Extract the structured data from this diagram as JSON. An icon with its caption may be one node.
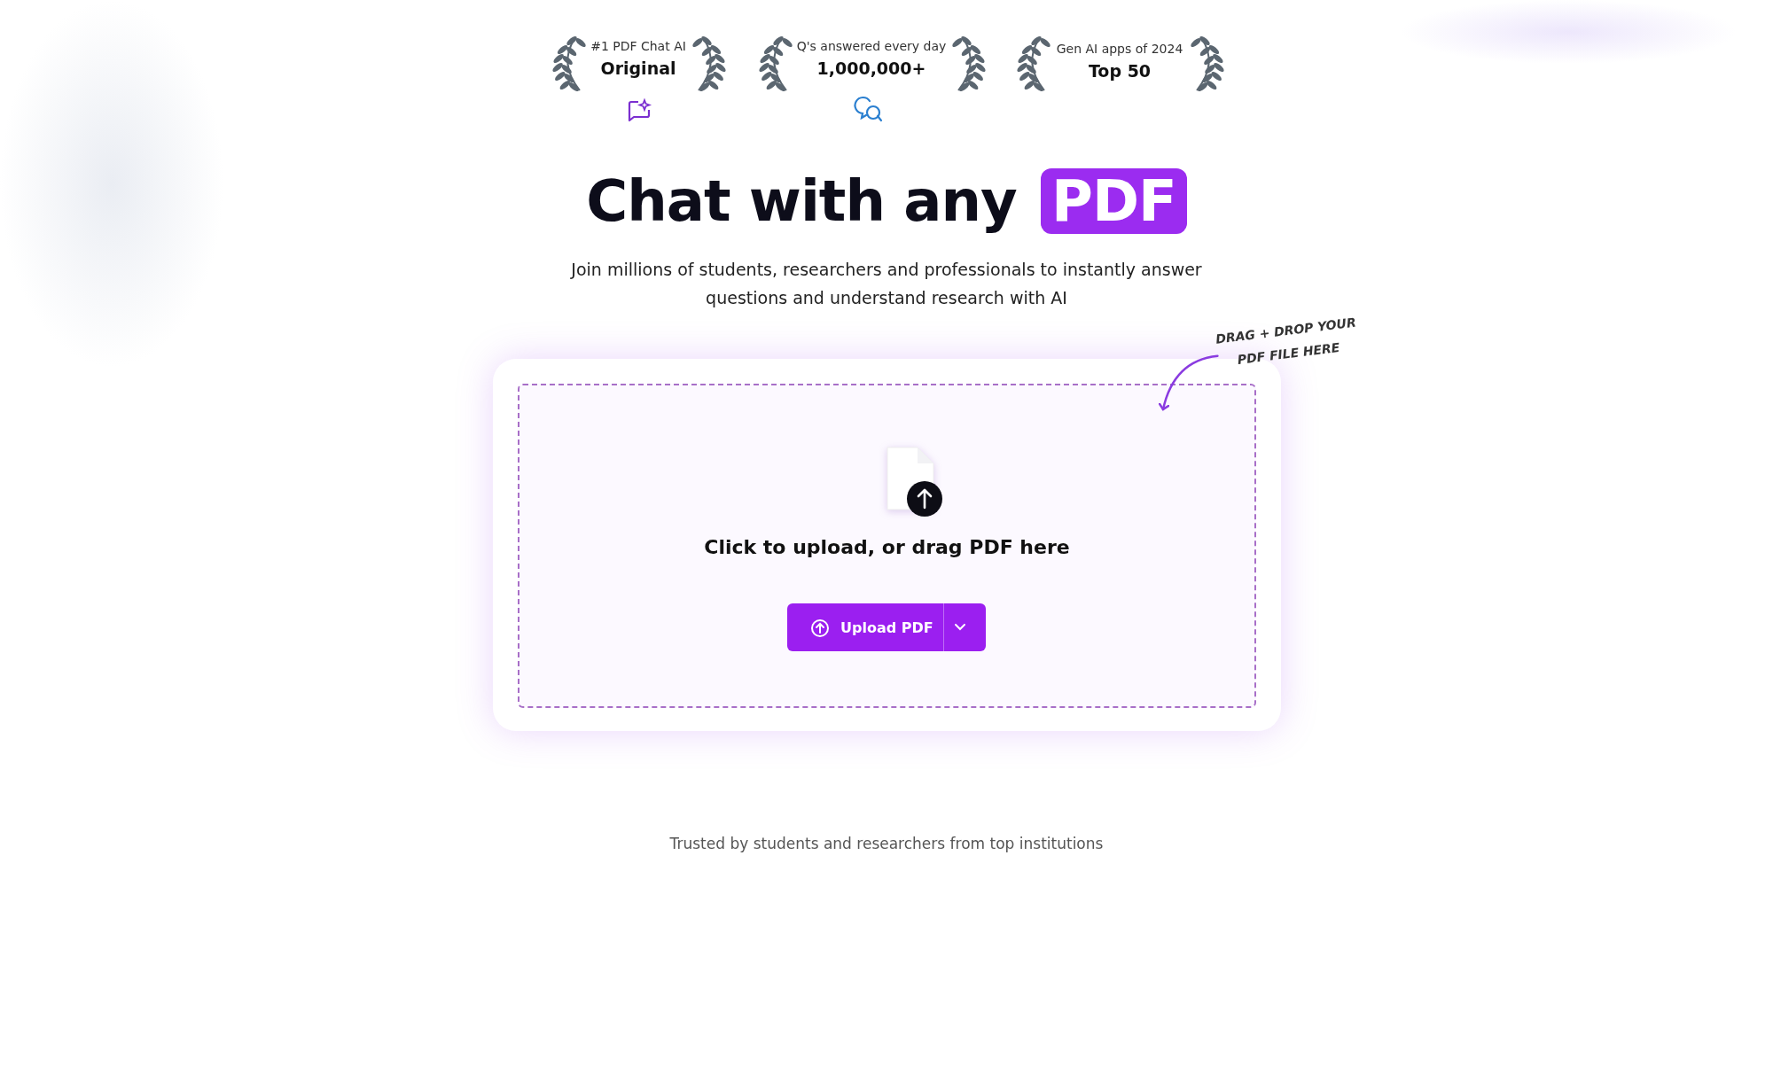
{
  "diagram": {
    "title": "Chat with any PDF",
    "nodes": [
      {
        "text": [],
        "shape": "box"
      },
      {
        "text": [
          "Click to upload, or drag PDF here"
        ],
        "in": 0
      },
      {
        "text": [
          "Upload PDF"
        ],
        "in": 1
      },
      {
        "text": [
          "DRAG + DROP YOUR PDF FILE HERE"
        ]
      }
    ],
    "edges": [
      {
        "from": 3,
        "to": 1,
        "arrow": "to"
      }
    ],
    "labels": [
      "#1 PDF Chat AI",
      "Original",
      "Q's answered every day",
      "1,000,000+",
      "Gen AI apps of 2024",
      "Top 50",
      "Join millions of students, researchers and professionals to instantly answer questions and understand research with AI",
      "Trusted by students and researchers from top institutions"
    ]
  }
}
